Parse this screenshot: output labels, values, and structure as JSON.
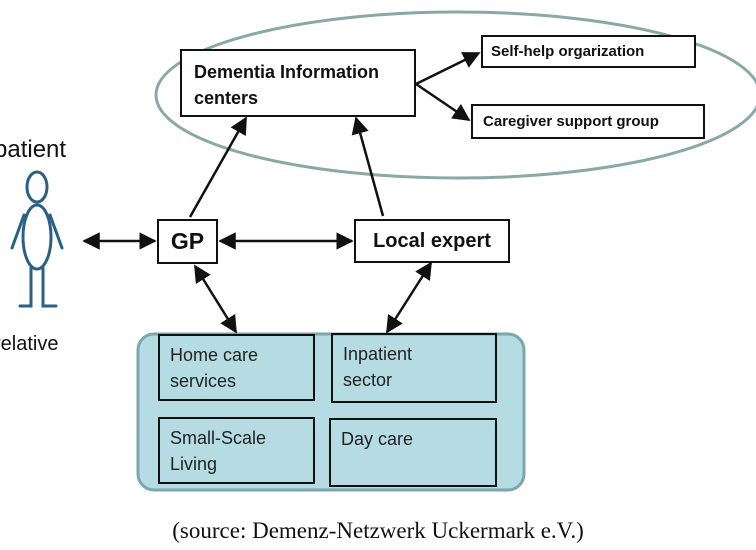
{
  "diagram": {
    "dementia_centers": "Dementia Information centers",
    "self_help": "Self-help orgarization",
    "caregiver_support": "Caregiver support group",
    "patient": "patient",
    "relative": "relative",
    "gp": "GP",
    "local_expert": "Local expert",
    "services": {
      "home_care": "Home care services",
      "inpatient": "Inpatient sector",
      "small_scale": "Small-Scale Living",
      "day_care": "Day care"
    },
    "colors": {
      "ellipse_border": "#8aa8a8",
      "services_fill": "#b5dce2",
      "services_border": "#7aa6ad",
      "person_stroke": "#2a5f86"
    }
  },
  "caption": "(source: Demenz-Netzwerk Uckermark e.V.)"
}
